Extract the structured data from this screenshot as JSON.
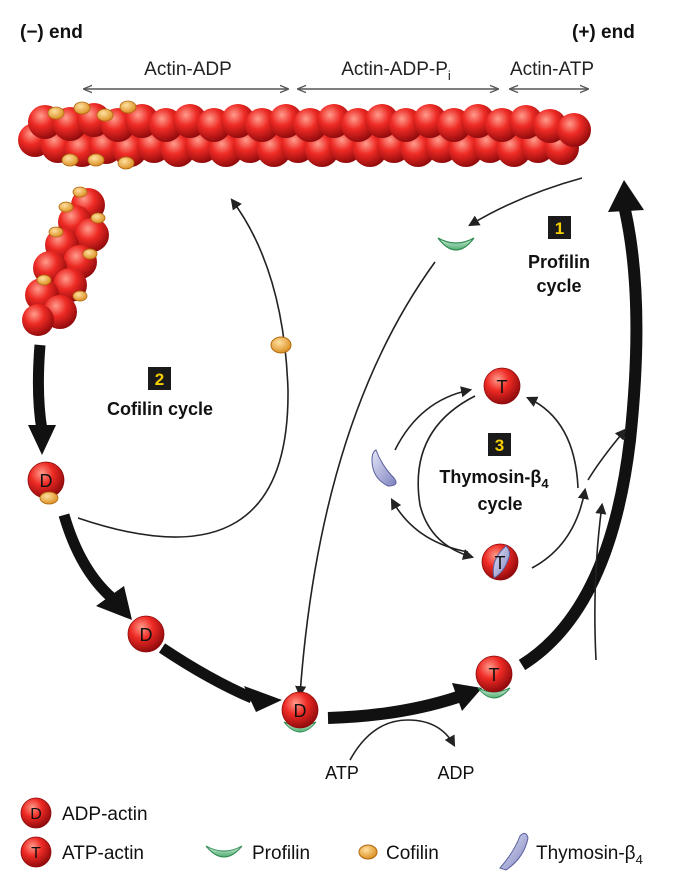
{
  "ends": {
    "minus": "(−) end",
    "plus": "(+) end"
  },
  "regions": {
    "adp": "Actin-ADP",
    "adp_pi": "Actin-ADP-P",
    "adp_pi_sub": "i",
    "atp": "Actin-ATP"
  },
  "cycles": {
    "profilin": {
      "number": "1",
      "line1": "Profilin",
      "line2": "cycle"
    },
    "cofilin": {
      "number": "2",
      "label": "Cofilin cycle"
    },
    "thymosin": {
      "number": "3",
      "line1": "Thymosin-β",
      "line1_sub": "4",
      "line2": "cycle"
    }
  },
  "monomer_letters": {
    "adp": "D",
    "atp": "T"
  },
  "reaction": {
    "atp": "ATP",
    "adp": "ADP"
  },
  "legend": {
    "adp_actin": "ADP-actin",
    "atp_actin": "ATP-actin",
    "profilin": "Profilin",
    "cofilin": "Cofilin",
    "thymosin": "Thymosin-β",
    "thymosin_sub": "4"
  },
  "colors": {
    "actin": "#e31e24",
    "actin_dark": "#9b0c10",
    "profilin": "#8fd0a6",
    "cofilin": "#f2a93c",
    "thymosin": "#9fa4d4",
    "badge": "#1a1a1a",
    "badge_text": "#f6d000"
  }
}
